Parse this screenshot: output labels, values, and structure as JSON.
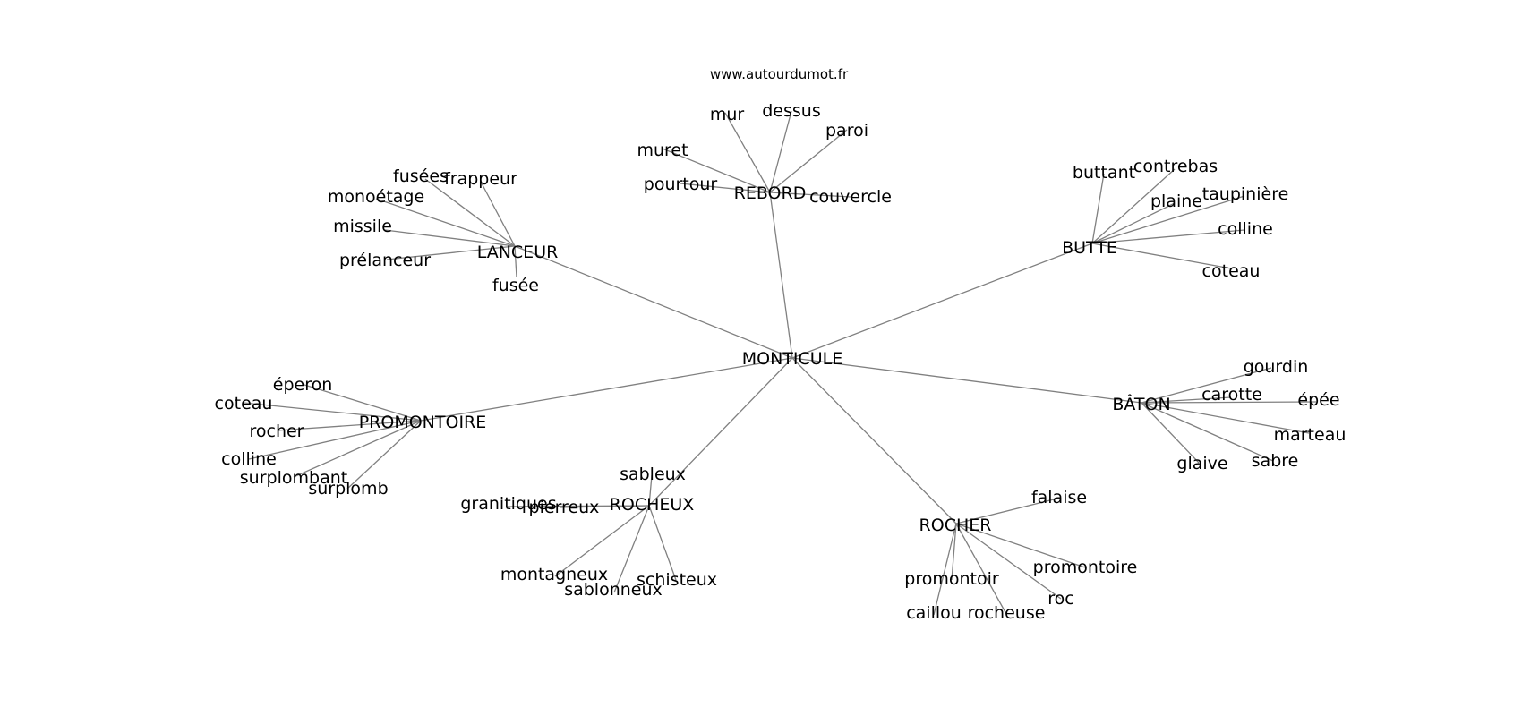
{
  "watermark": "www.autourdumot.fr",
  "colors": {
    "edge": "#808080",
    "text": "#000000",
    "background": "#ffffff"
  },
  "center": "MONTICULE",
  "groups": [
    {
      "hub": "REBORD",
      "leaves": [
        "mur",
        "dessus",
        "paroi",
        "muret",
        "pourtour",
        "couvercle"
      ]
    },
    {
      "hub": "LANCEUR",
      "leaves": [
        "fusées",
        "frappeur",
        "monoétage",
        "missile",
        "prélanceur",
        "fusée"
      ]
    },
    {
      "hub": "BUTTE",
      "leaves": [
        "buttant",
        "contrebas",
        "plaine",
        "taupinière",
        "colline",
        "coteau"
      ]
    },
    {
      "hub": "BÂTON",
      "leaves": [
        "gourdin",
        "carotte",
        "épée",
        "marteau",
        "sabre",
        "glaive"
      ]
    },
    {
      "hub": "PROMONTOIRE",
      "leaves": [
        "éperon",
        "coteau",
        "rocher",
        "colline",
        "surplombant",
        "surplomb"
      ]
    },
    {
      "hub": "ROCHEUX",
      "leaves": [
        "sableux",
        "granitiques",
        "pierreux",
        "montagneux",
        "sablonneux",
        "schisteux"
      ]
    },
    {
      "hub": "ROCHER",
      "leaves": [
        "falaise",
        "promontoire",
        "promontoir",
        "caillou",
        "rocheuse",
        "roc"
      ]
    }
  ]
}
